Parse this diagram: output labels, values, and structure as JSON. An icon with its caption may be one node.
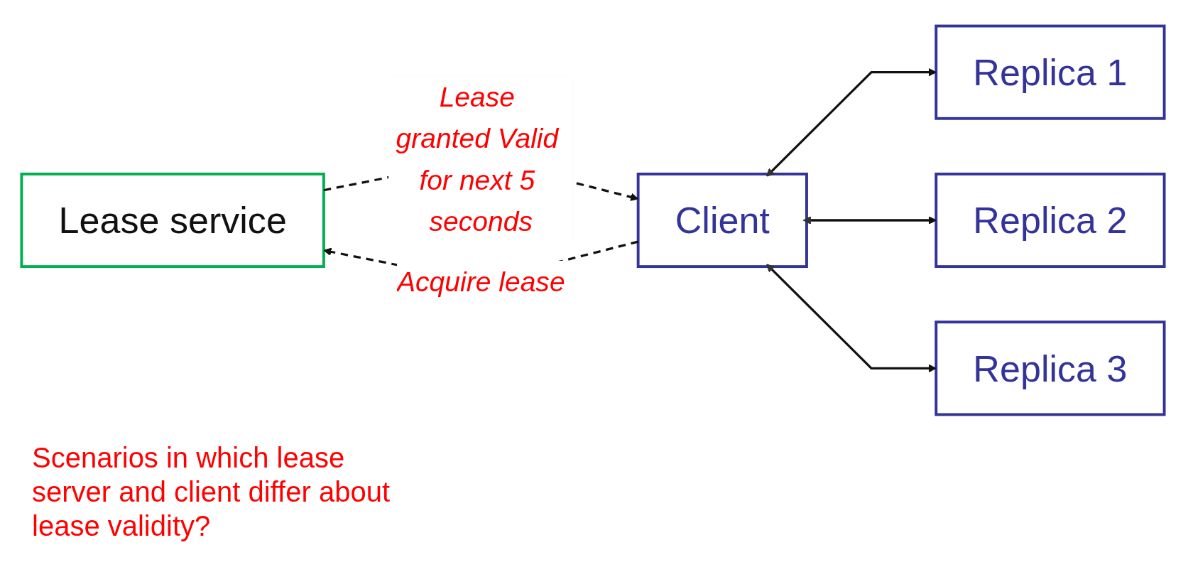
{
  "diagram": {
    "nodes": [
      {
        "text": [
          "Lease service"
        ]
      },
      {
        "text": [
          "Client"
        ]
      },
      {
        "text": [
          "Replica 1"
        ]
      },
      {
        "text": [
          "Replica 2"
        ]
      },
      {
        "text": [
          "Replica 3"
        ]
      }
    ],
    "edges": [
      {
        "from": 0,
        "to": 1,
        "arrow": "to",
        "style": "dashed",
        "label": "Lease granted Valid for next 5 seconds"
      },
      {
        "from": 1,
        "to": 0,
        "arrow": "to",
        "style": "dashed",
        "label": "Acquire lease"
      },
      {
        "from": 1,
        "to": 2,
        "arrow": "both"
      },
      {
        "from": 1,
        "to": 3,
        "arrow": "both"
      },
      {
        "from": 1,
        "to": 4,
        "arrow": "both"
      }
    ],
    "labels": [
      "Scenarios in which lease server and client differ about lease validity?"
    ]
  }
}
